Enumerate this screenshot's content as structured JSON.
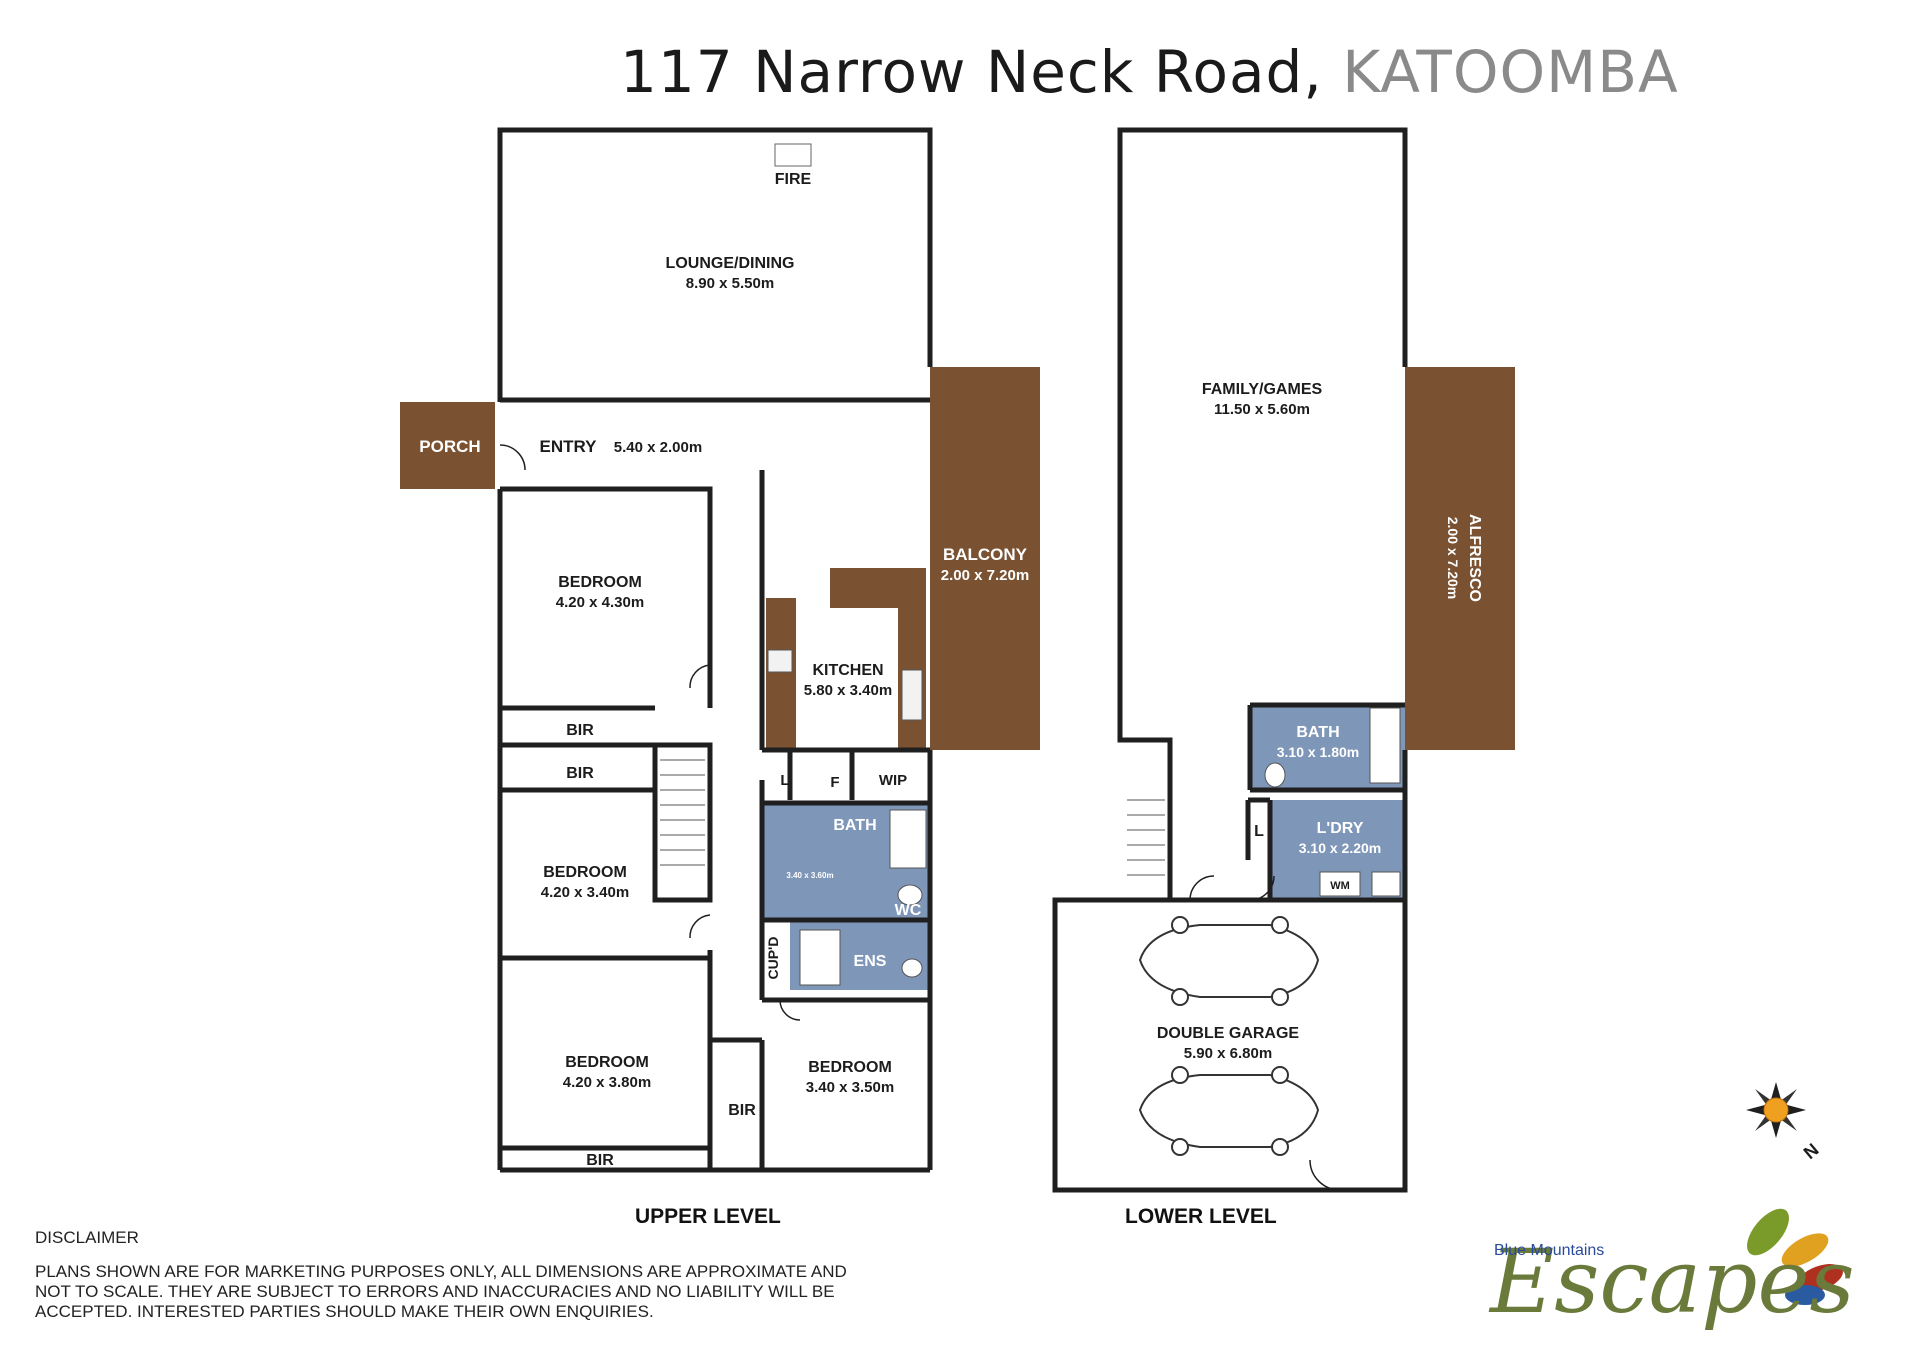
{
  "title": {
    "street": "117 Narrow Neck Road,",
    "suburb": "KATOOMBA"
  },
  "colors": {
    "deck": "#7a5232",
    "wet": "#7e96b8",
    "wall": "#1f1f1f"
  },
  "upper": {
    "caption": "UPPER LEVEL",
    "fire": "FIRE",
    "lounge": {
      "name": "LOUNGE/DINING",
      "size": "8.90 x 5.50m"
    },
    "porch": "PORCH",
    "entry": {
      "name": "ENTRY",
      "size": "5.40 x 2.00m"
    },
    "bed1": {
      "name": "BEDROOM",
      "size": "4.20 x 4.30m"
    },
    "bir1": "BIR",
    "bir2": "BIR",
    "bed2": {
      "name": "BEDROOM",
      "size": "4.20 x 3.40m"
    },
    "bed3": {
      "name": "BEDROOM",
      "size": "4.20 x 3.80m"
    },
    "bir3": "BIR",
    "bed4": {
      "name": "BEDROOM",
      "size": "3.40 x 3.50m"
    },
    "bir4": "BIR",
    "kitchen": {
      "name": "KITCHEN",
      "size": "5.80 x 3.40m"
    },
    "balcony": {
      "name": "BALCONY",
      "size": "2.00 x 7.20m"
    },
    "l": "L",
    "f": "F",
    "wip": "WIP",
    "bath": "BATH",
    "bath_size": "3.40 x 3.60m",
    "wc": "WC",
    "cupd": "CUP'D",
    "ens": "ENS"
  },
  "lower": {
    "caption": "LOWER LEVEL",
    "family": {
      "name": "FAMILY/GAMES",
      "size": "11.50 x 5.60m"
    },
    "alfresco": {
      "name": "ALFRESCO",
      "size": "2.00 x 7.20m"
    },
    "bath": {
      "name": "BATH",
      "size": "3.10 x 1.80m"
    },
    "l": "L",
    "ldry": {
      "name": "L'DRY",
      "size": "3.10 x 2.20m"
    },
    "wm": "WM",
    "garage": {
      "name": "DOUBLE GARAGE",
      "size": "5.90 x 6.80m"
    }
  },
  "compass": {
    "north": "N"
  },
  "disclaimer": {
    "head": "DISCLAIMER",
    "line1": "PLANS SHOWN ARE FOR MARKETING PURPOSES ONLY, ALL DIMENSIONS ARE APPROXIMATE AND",
    "line2": "NOT TO SCALE. THEY ARE SUBJECT TO ERRORS AND INACCURACIES AND NO LIABILITY WILL BE",
    "line3": "ACCEPTED. INTERESTED PARTIES SHOULD MAKE THEIR OWN ENQUIRIES."
  },
  "logo": {
    "small": "Blue Mountains",
    "script": "Escapes"
  }
}
